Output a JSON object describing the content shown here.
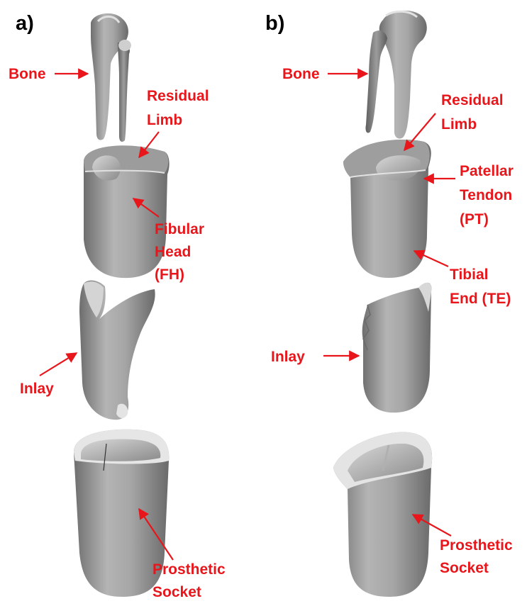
{
  "panels": [
    {
      "id": "a",
      "label": "a)",
      "callouts": {
        "bone": "Bone",
        "residual_limb": [
          "Residual",
          "Limb"
        ],
        "fibular_head": [
          "Fibular",
          "Head",
          "(FH)"
        ],
        "inlay": "Inlay",
        "socket": [
          "Prosthetic",
          "Socket"
        ]
      }
    },
    {
      "id": "b",
      "label": "b)",
      "callouts": {
        "bone": "Bone",
        "residual_limb": [
          "Residual",
          "Limb"
        ],
        "patellar_tendon": [
          "Patellar",
          "Tendon",
          "(PT)"
        ],
        "tibial_end": [
          "Tibial",
          "End (TE)"
        ],
        "inlay": "Inlay",
        "socket": [
          "Prosthetic",
          "Socket"
        ]
      }
    }
  ],
  "colors": {
    "label": "#e8161b",
    "model": "#9a9a9a"
  }
}
